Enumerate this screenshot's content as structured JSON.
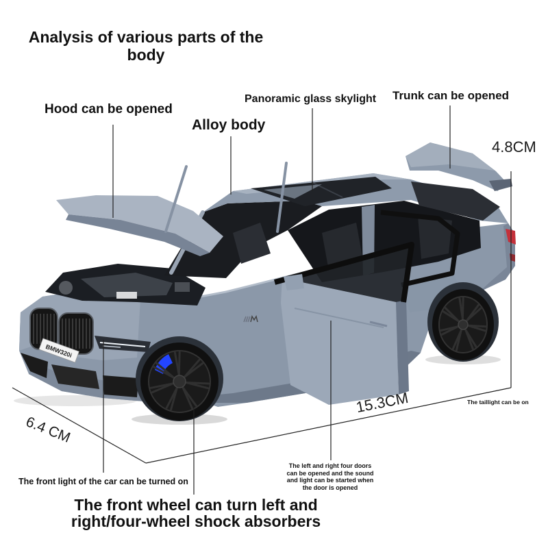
{
  "title": "Analysis of various parts of the body",
  "callouts": {
    "hood": "Hood can be opened",
    "alloy_body": "Alloy body",
    "skylight": "Panoramic glass skylight",
    "trunk": "Trunk can be opened",
    "taillight": "The taillight can be on",
    "doors": "The left and right four doors can be opened and the sound and light can be started when the door is opened",
    "front_light": "The front light of the car can be turned on",
    "front_wheel": "The front wheel can turn left and right/four-wheel shock absorbers"
  },
  "dimensions": {
    "height": "4.8CM",
    "width": "6.4 CM",
    "length": "15.3CM"
  },
  "car": {
    "plate": "BMW320i",
    "colors": {
      "body": "#8b98a9",
      "brake_caliper": "#2345ff",
      "taillight": "#c4303a"
    }
  }
}
